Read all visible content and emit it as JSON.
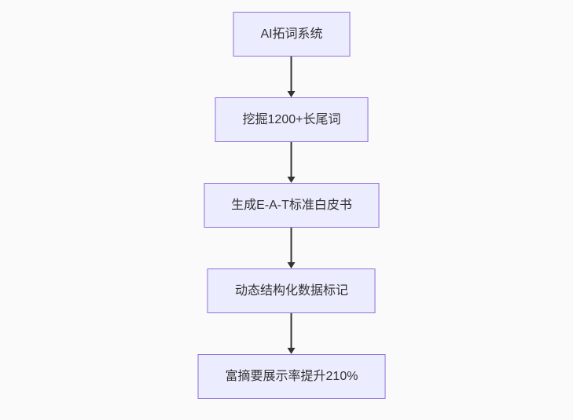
{
  "canvas": {
    "background_color": "#fafafa"
  },
  "flowchart": {
    "type": "vertical-flowchart",
    "node_fill_color": "#ECECFF",
    "node_border_color": "#9370DB",
    "arrow_color": "#333333",
    "text_color": "#333333",
    "nodes": [
      {
        "id": "n1",
        "label": "AI拓词系统"
      },
      {
        "id": "n2",
        "label": "挖掘1200+长尾词"
      },
      {
        "id": "n3",
        "label": "生成E-A-T标准白皮书"
      },
      {
        "id": "n4",
        "label": "动态结构化数据标记"
      },
      {
        "id": "n5",
        "label": "富摘要展示率提升210%"
      }
    ],
    "edges": [
      {
        "from": "n1",
        "to": "n2"
      },
      {
        "from": "n2",
        "to": "n3"
      },
      {
        "from": "n3",
        "to": "n4"
      },
      {
        "from": "n4",
        "to": "n5"
      }
    ]
  }
}
